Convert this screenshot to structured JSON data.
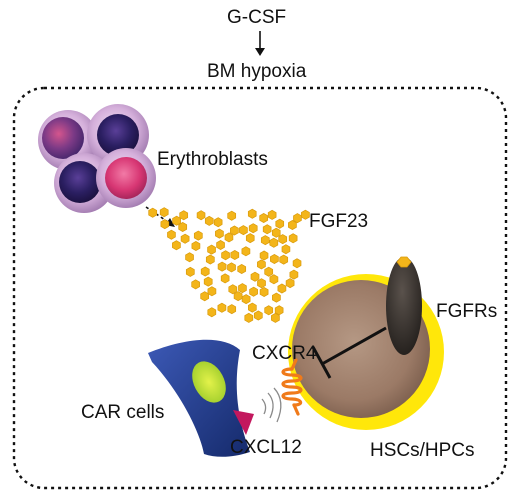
{
  "labels": {
    "gcsf": "G-CSF",
    "bm_hypoxia": "BM hypoxia",
    "erythroblasts": "Erythroblasts",
    "fgf23": "FGF23",
    "fgfrs": "FGFRs",
    "cxcr4": "CXCR4",
    "car_cells": "CAR cells",
    "cxcl12": "CXCL12",
    "hscs_hpcs": "HSCs/HPCs"
  },
  "colors": {
    "frame": "#111111",
    "erythroblast_ring": "#c9a0cf",
    "erythroblast_nucleus": "#2a1d5e",
    "erythroblast_pink": "#e2477f",
    "fgf23_particle": "#f3b51a",
    "hsc_membrane": "#ffe70a",
    "hsc_body": "#9b7a66",
    "fgfr_receptor": "#2b2623",
    "cxcr4_receptor": "#f07a1a",
    "car_cell_body": "#223c8f",
    "car_cell_nucleus": "#b8dc2a",
    "cxcl12_ligand": "#c3185e"
  }
}
